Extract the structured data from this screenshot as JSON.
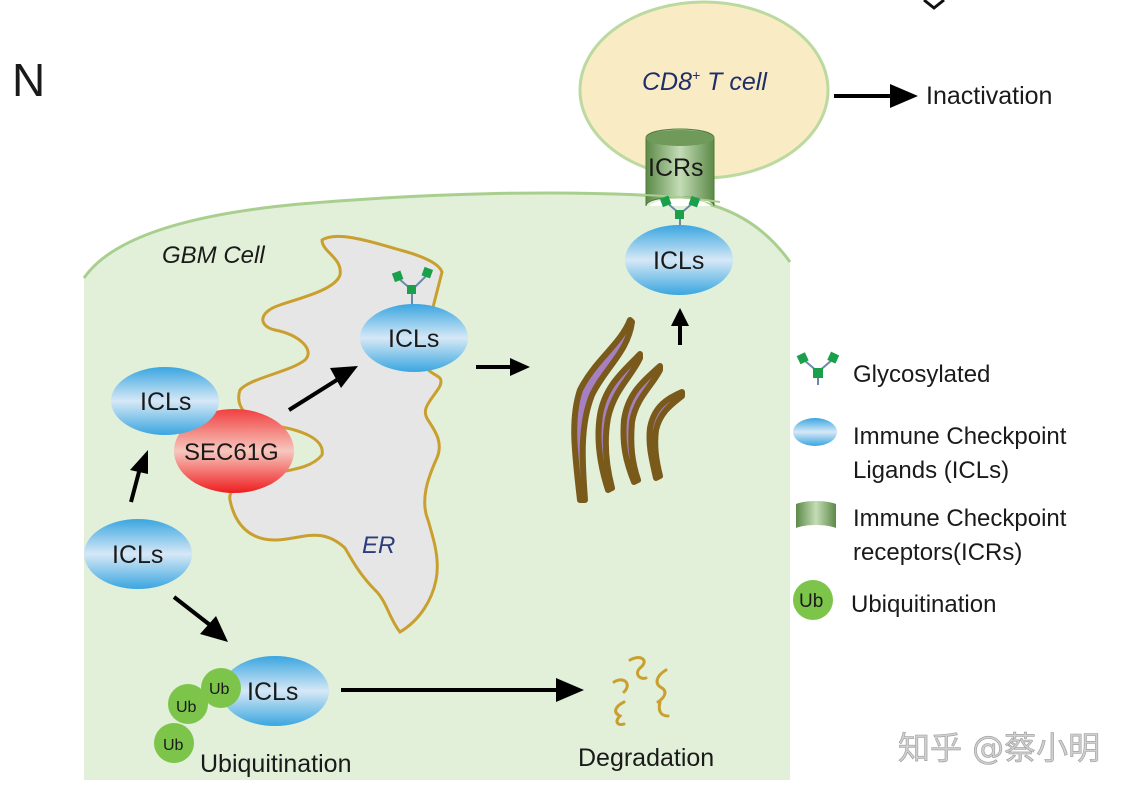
{
  "panel_label": "N",
  "t_cell": {
    "label_main": "CD8",
    "label_sup": "+",
    "label_rest": " T cell"
  },
  "inactivation": "Inactivation",
  "icr_label": "ICRs",
  "gbm_cell_label": "GBM Cell",
  "er_label": "ER",
  "sec61g_label": "SEC61G",
  "icl_label": "ICLs",
  "ub_label": "Ub",
  "ubiquitination_label": "Ubiquitination",
  "degradation_label": "Degradation",
  "legend": {
    "items": [
      {
        "icon": "glycosylation-icon",
        "lines": [
          "Glycosylated"
        ]
      },
      {
        "icon": "icl-ellipse-icon",
        "lines": [
          "Immune Checkpoint",
          "Ligands (ICLs)"
        ]
      },
      {
        "icon": "icr-cylinder-icon",
        "lines": [
          "Immune Checkpoint",
          "receptors(ICRs)"
        ]
      },
      {
        "icon": "ubiquitin-icon",
        "lines": [
          "Ubiquitination"
        ]
      }
    ],
    "ub_icon_text": "Ub"
  },
  "watermark": "知乎 @蔡小明",
  "colors": {
    "cell_fill": "#e2efd9",
    "cell_border": "#a9cf8e",
    "er_fill": "#e6e6e6",
    "er_border": "#c9a030",
    "t_cell_fill": "#f9ecc4",
    "icl_blue": "#3ea8e0",
    "sec61g_red": "#ef2a2a",
    "golgi_fill": "#a680c0",
    "golgi_border": "#7a5a1a",
    "ub_green": "#7cc44a",
    "glyco_green": "#1aa04a"
  }
}
